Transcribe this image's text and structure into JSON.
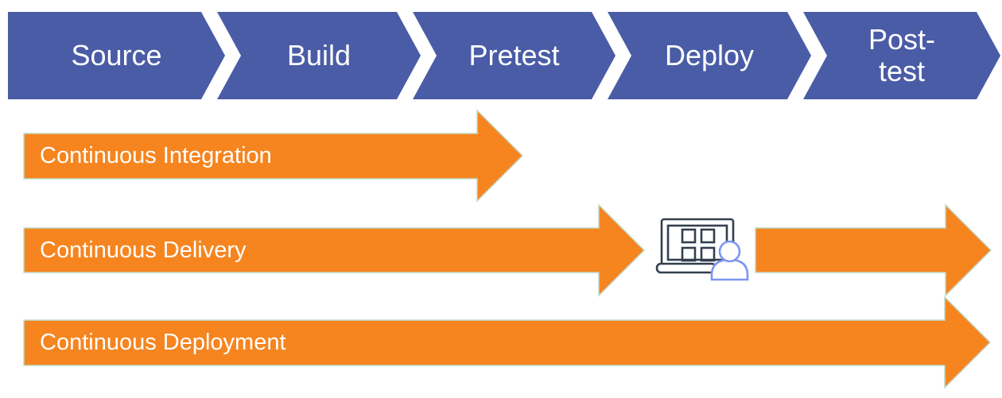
{
  "colors": {
    "stage_blue": "#4A5CA6",
    "arrow_orange": "#F6851F",
    "arrow_outline": "#BFD9C9",
    "laptop_outline": "#323F4E",
    "person_outline": "#7C96F3",
    "label_text": "#FFFFFF"
  },
  "stages": [
    {
      "label": "Source"
    },
    {
      "label": "Build"
    },
    {
      "label": "Pretest"
    },
    {
      "label": "Deploy"
    },
    {
      "label": "Post-test"
    }
  ],
  "rows": [
    {
      "label": "Continuous Integration"
    },
    {
      "label": "Continuous Delivery"
    },
    {
      "label": "Continuous Deployment"
    }
  ],
  "icons": {
    "manual_review": "person-at-laptop-icon"
  }
}
